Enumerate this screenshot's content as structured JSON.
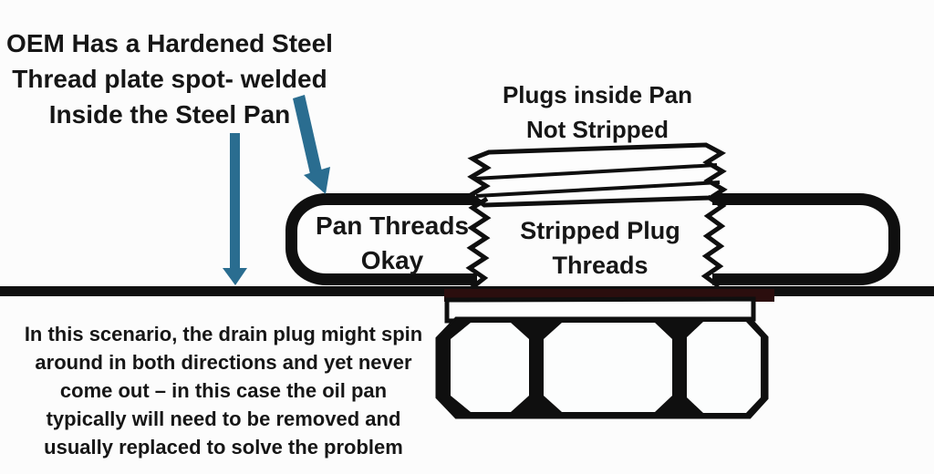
{
  "figure": {
    "description_visible_text_only": true,
    "annotations": {
      "oem_note": {
        "lines": [
          "OEM Has a Hardened Steel",
          "Thread plate spot- welded",
          "Inside the Steel Pan"
        ]
      },
      "plug_note": {
        "lines": [
          "Plugs inside Pan",
          "Not Stripped"
        ]
      },
      "pan_threads_label": {
        "lines": [
          "Pan Threads",
          "Okay"
        ]
      },
      "stripped_label": {
        "lines": [
          "Stripped Plug",
          "Threads"
        ]
      },
      "scenario_note": {
        "lines": [
          "In this scenario, the drain plug might spin",
          "around in both directions and yet never",
          "come out – in this case the oil pan",
          "typically will need to be removed and",
          "usually replaced to solve the problem"
        ]
      }
    },
    "colors": {
      "ink": "#0f0f0f",
      "arrow_teal": "#2a6d90",
      "pan_line_maroon": "#2b0e0e",
      "background": "#fcfcfc",
      "part_fill": "#fdfdfd"
    }
  }
}
